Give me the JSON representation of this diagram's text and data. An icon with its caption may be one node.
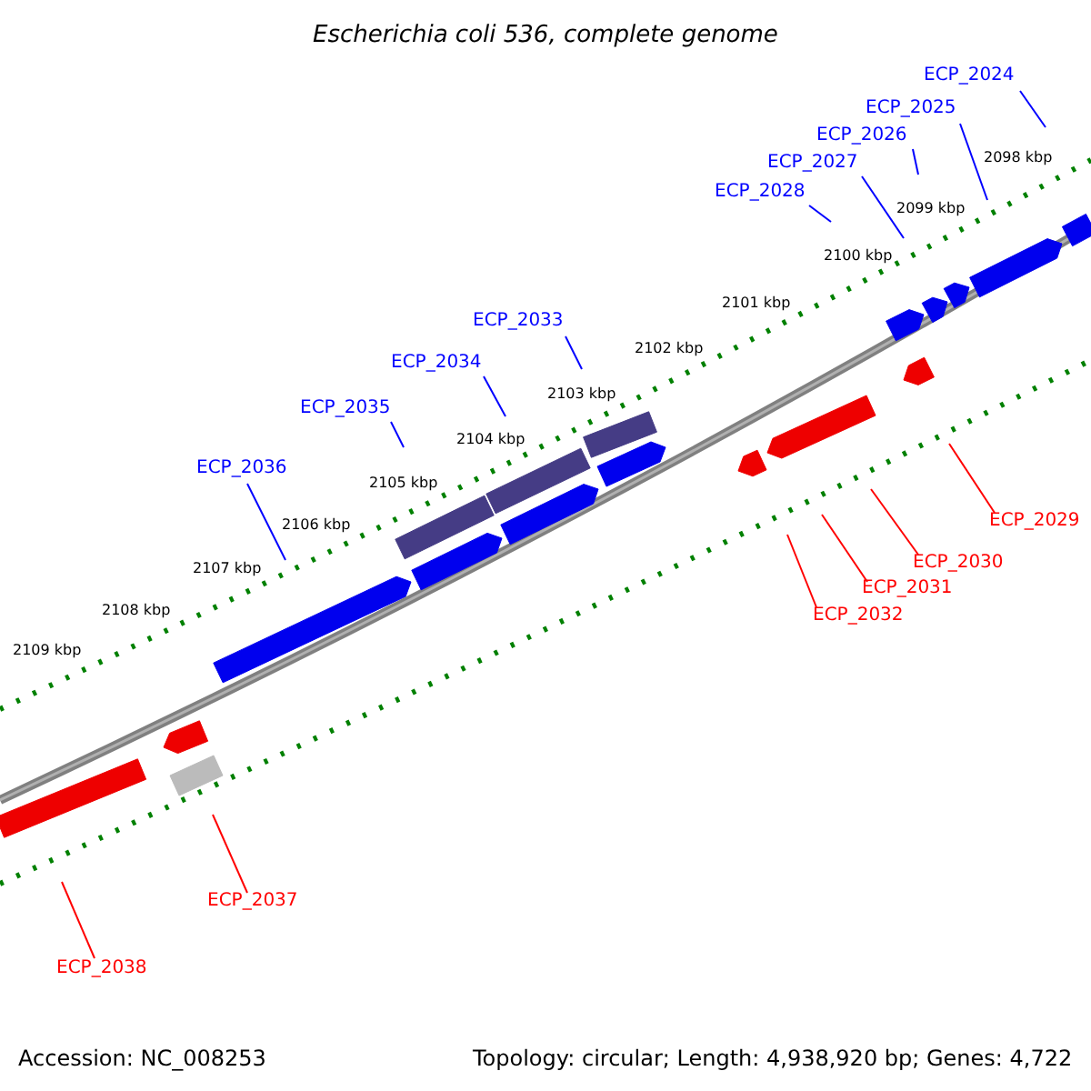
{
  "diagram": {
    "title": "Escherichia coli 536, complete genome",
    "nodes": [
      {
        "text": [
          "ECP_2024"
        ]
      },
      {
        "text": [
          "ECP_2025"
        ]
      },
      {
        "text": [
          "ECP_2026"
        ]
      },
      {
        "text": [
          "ECP_2027"
        ]
      },
      {
        "text": [
          "ECP_2028"
        ]
      },
      {
        "text": [
          "ECP_2033"
        ]
      },
      {
        "text": [
          "ECP_2034"
        ]
      },
      {
        "text": [
          "ECP_2035"
        ]
      },
      {
        "text": [
          "ECP_2036"
        ]
      },
      {
        "text": [
          "ECP_2029"
        ]
      },
      {
        "text": [
          "ECP_2030"
        ]
      },
      {
        "text": [
          "ECP_2031"
        ]
      },
      {
        "text": [
          "ECP_2032"
        ]
      },
      {
        "text": [
          "ECP_2037"
        ]
      },
      {
        "text": [
          "ECP_2038"
        ]
      }
    ],
    "edges": [
      {
        "from": 0,
        "to": null,
        "arrow": "none"
      },
      {
        "from": 1,
        "to": null,
        "arrow": "none"
      },
      {
        "from": 2,
        "to": null,
        "arrow": "none"
      },
      {
        "from": 3,
        "to": null,
        "arrow": "none"
      },
      {
        "from": 4,
        "to": null,
        "arrow": "none"
      },
      {
        "from": 5,
        "to": null,
        "arrow": "none"
      },
      {
        "from": 6,
        "to": null,
        "arrow": "none"
      },
      {
        "from": 7,
        "to": null,
        "arrow": "none"
      },
      {
        "from": 8,
        "to": null,
        "arrow": "none"
      },
      {
        "from": 9,
        "to": null,
        "arrow": "none",
        "color": "#ff0000"
      },
      {
        "from": 10,
        "to": null,
        "arrow": "none",
        "color": "#ff0000"
      },
      {
        "from": 11,
        "to": null,
        "arrow": "none",
        "color": "#ff0000"
      },
      {
        "from": 12,
        "to": null,
        "arrow": "none",
        "color": "#ff0000"
      },
      {
        "from": 13,
        "to": null,
        "arrow": "none",
        "color": "#ff0000"
      },
      {
        "from": 14,
        "to": null,
        "arrow": "none",
        "color": "#ff0000"
      }
    ],
    "labels": [
      "2098 kbp",
      "2099 kbp",
      "2100 kbp",
      "2101 kbp",
      "2102 kbp",
      "2103 kbp",
      "2104 kbp",
      "2105 kbp",
      "2106 kbp",
      "2107 kbp",
      "2108 kbp",
      "2109 kbp",
      "Accession: NC_008253",
      "Topology: circular; Length: 4,938,920 bp; Genes: 4,722"
    ]
  }
}
